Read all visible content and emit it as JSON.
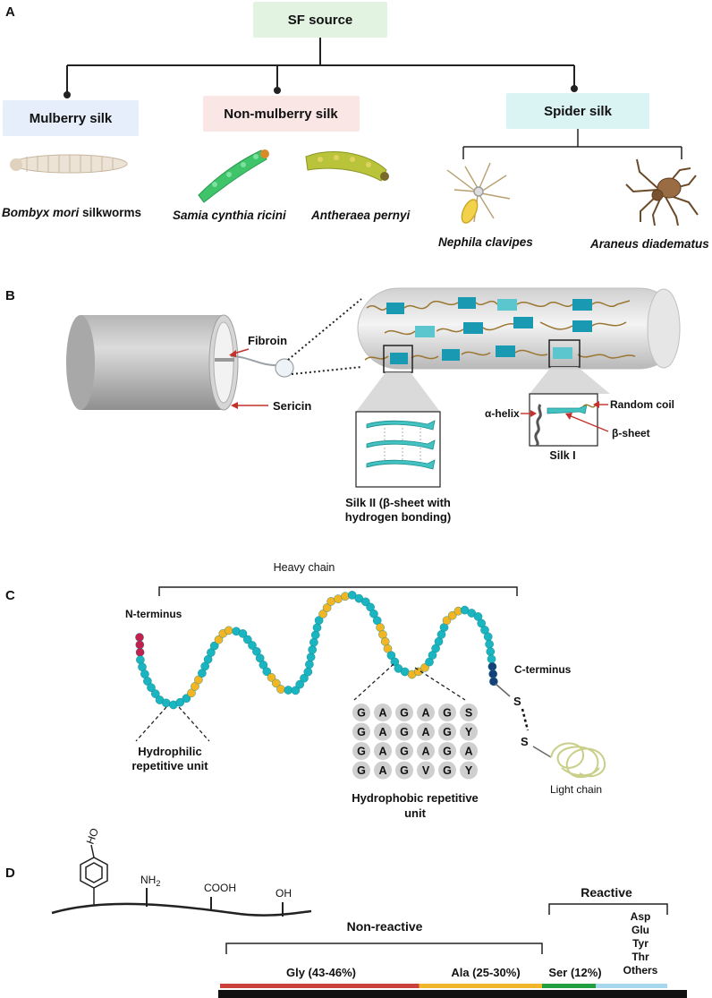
{
  "panels": {
    "a": {
      "letter": "A",
      "root": "SF source",
      "mulberry": "Mulberry silk",
      "non_mulberry": "Non-mulberry silk",
      "spider": "Spider silk",
      "bombyx_sci": "Bombyx mori",
      "bombyx_common": " silkworms",
      "samia": "Samia cynthia ricini",
      "antheraea": "Antheraea pernyi",
      "nephila": "Nephila clavipes",
      "araneus": "Araneus diadematus"
    },
    "b": {
      "letter": "B",
      "fibroin": "Fibroin",
      "sericin": "Sericin",
      "silk2_line1": "Silk II (β-sheet with",
      "silk2_line2": "hydrogen bonding)",
      "alpha": "α-helix",
      "random_coil": "Random coil",
      "beta": "β-sheet",
      "silk1": "Silk I"
    },
    "c": {
      "letter": "C",
      "heavy": "Heavy  chain",
      "n_term": "N-terminus",
      "c_term": "C-terminus",
      "hydrophilic1": "Hydrophilic",
      "hydrophilic2": "repetitive unit",
      "hydrophobic1": "Hydrophobic repetitive",
      "hydrophobic2": "unit",
      "light": "Light chain",
      "s1": "S",
      "s2": "S",
      "grid": [
        [
          "G",
          "A",
          "G",
          "A",
          "G",
          "S"
        ],
        [
          "G",
          "A",
          "G",
          "A",
          "G",
          "Y"
        ],
        [
          "G",
          "A",
          "G",
          "A",
          "G",
          "A"
        ],
        [
          "G",
          "A",
          "G",
          "V",
          "G",
          "Y"
        ]
      ]
    },
    "d": {
      "letter": "D",
      "ho": "HO",
      "nh2": "NH",
      "nh2_sub": "2",
      "cooh": "COOH",
      "oh": "OH",
      "nonreactive": "Non-reactive",
      "reactive": "Reactive",
      "gly": "Gly (43-46%)",
      "ala": "Ala (25-30%)",
      "ser": "Ser (12%)",
      "others": [
        "Asp",
        "Glu",
        "Tyr",
        "Thr",
        "Others"
      ]
    }
  },
  "colors": {
    "a_root": "#e3f3e2",
    "a_mulberry": "#e6eefb",
    "a_nonmulberry": "#fbe6e6",
    "a_spider": "#d9f4f3",
    "bead_teal": "#1ab5c0",
    "bead_yellow": "#f2b624",
    "bead_red": "#c2204f",
    "bead_navy": "#17407a",
    "crystal": "#1a99b2",
    "crystal_light": "#5cc6cf",
    "coil": "#9a7630",
    "gly": "#c9413a",
    "ala": "#f2b62a",
    "ser": "#1f9f3f",
    "others": "#a6d7ef"
  },
  "composition": [
    {
      "name": "Gly",
      "share": 0.445
    },
    {
      "name": "Ala",
      "share": 0.275
    },
    {
      "name": "Ser",
      "share": 0.12
    },
    {
      "name": "Others",
      "share": 0.16
    }
  ]
}
